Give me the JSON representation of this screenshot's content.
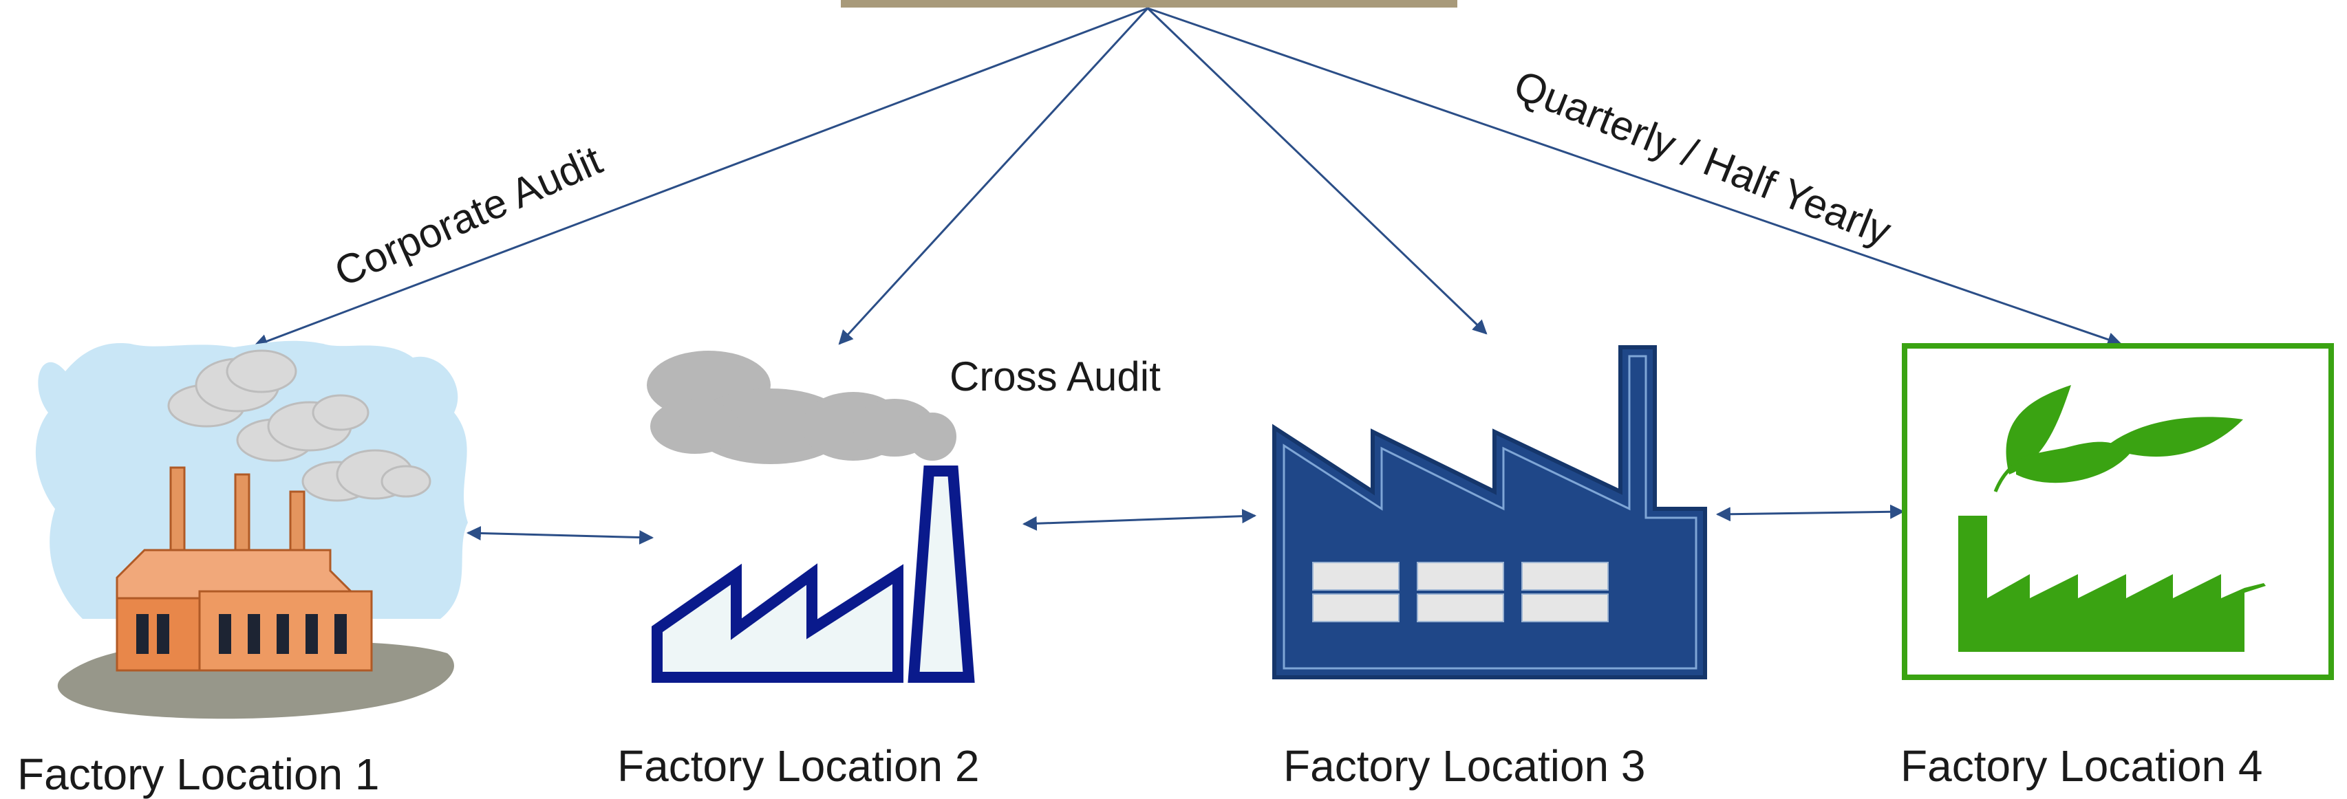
{
  "diagram": {
    "edge_labels": {
      "corporate_audit": "Corporate Audit",
      "cross_audit": "Cross Audit",
      "frequency": "Quarterly / Half Yearly"
    },
    "factories": [
      {
        "label": "Factory Location 1",
        "icon": "smoking-factory-illustration-icon"
      },
      {
        "label": "Factory Location 2",
        "icon": "outline-factory-icon"
      },
      {
        "label": "Factory Location 3",
        "icon": "blue-factory-icon"
      },
      {
        "label": "Factory Location 4",
        "icon": "green-eco-factory-icon"
      }
    ],
    "colors": {
      "arrow": "#2b4e87",
      "factory3_fill": "#1f4788",
      "factory4_green": "#3aa312",
      "factory2_outline": "#0a1a8c",
      "factory1_orange": "#e8874a",
      "smoke_gray": "#b7b7b7",
      "sky_blue": "#c9e6f6"
    }
  }
}
